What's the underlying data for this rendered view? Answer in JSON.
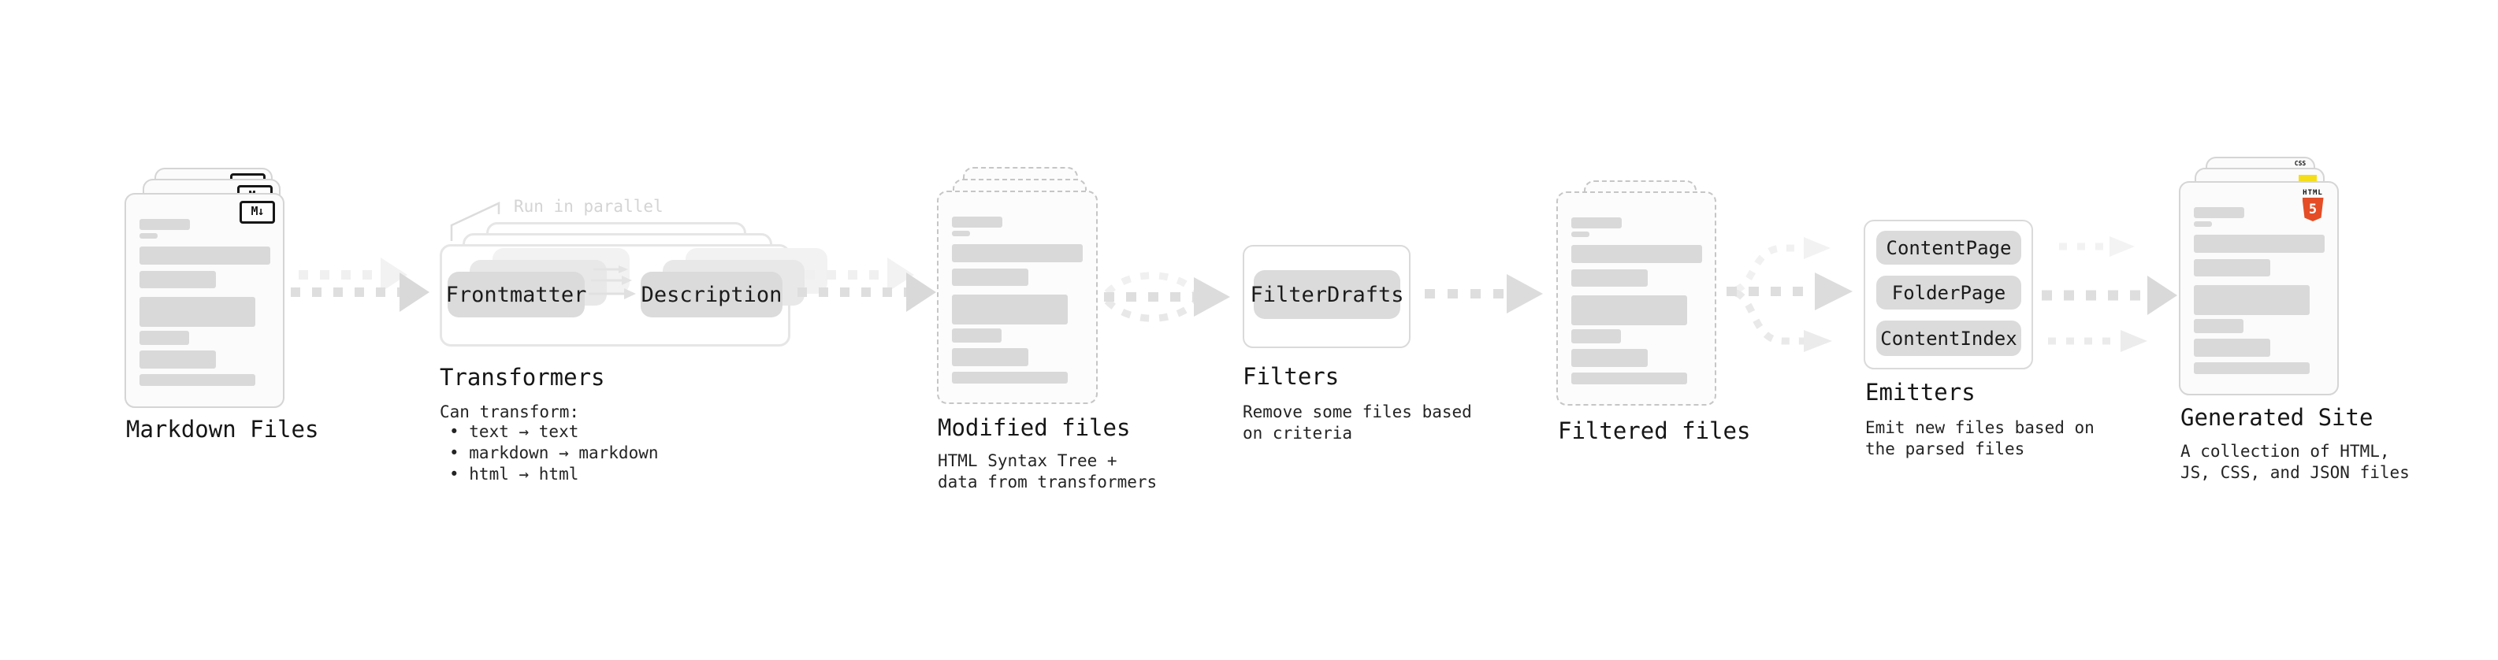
{
  "stages": {
    "markdown_files": {
      "label": "Markdown Files",
      "badge": "M↓"
    },
    "transformers": {
      "heading": "Transformers",
      "callout": "Run in parallel",
      "pill_left": "Frontmatter",
      "pill_right": "Description",
      "desc_intro": "Can transform:",
      "bullets": [
        "• text → text",
        "• markdown → markdown",
        "• html → html"
      ]
    },
    "modified_files": {
      "label": "Modified files",
      "desc": [
        "HTML Syntax Tree +",
        "data from transformers"
      ]
    },
    "filters": {
      "heading": "Filters",
      "pill": "FilterDrafts",
      "desc": [
        "Remove some files based",
        "on criteria"
      ]
    },
    "filtered_files": {
      "label": "Filtered files"
    },
    "emitters": {
      "heading": "Emitters",
      "pills": [
        "ContentPage",
        "FolderPage",
        "ContentIndex"
      ],
      "desc": [
        "Emit new files based on",
        "the parsed files"
      ]
    },
    "generated_site": {
      "label": "Generated Site",
      "desc": [
        "A collection of HTML,",
        "JS, CSS, and JSON files"
      ],
      "css_badge": "CSS",
      "html_badge": "HTML",
      "html_number": "5"
    }
  },
  "colors": {
    "html5_orange": "#e44d26",
    "js_yellow": "#f5de19",
    "css_blue": "#2f6bf2",
    "arrow_gray": "#dedede",
    "arrow_ghost": "#f0f0f0",
    "pill_gray": "#dbdbdb",
    "skeleton_gray": "#d9d9d9"
  }
}
